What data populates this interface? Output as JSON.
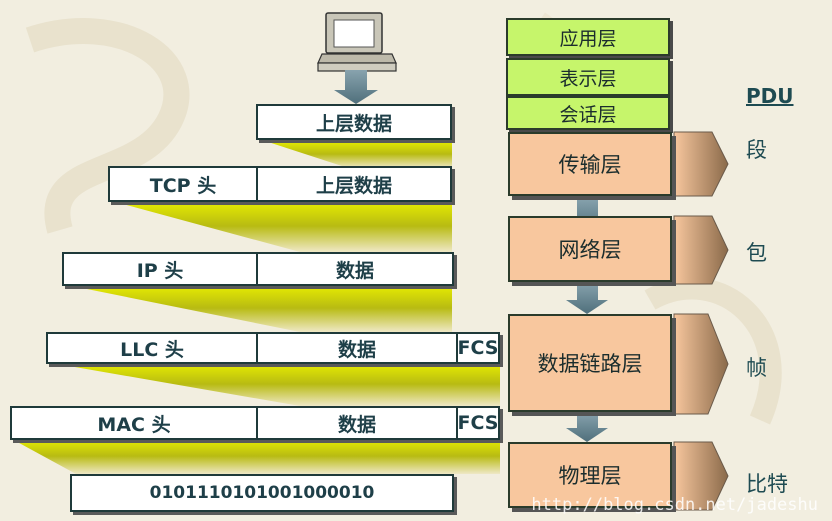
{
  "encapsulation": {
    "row0": {
      "data": "上层数据"
    },
    "row1": {
      "header": "TCP 头",
      "data": "上层数据"
    },
    "row2": {
      "header": "IP 头",
      "data": "数据"
    },
    "row3": {
      "header": "LLC 头",
      "data": "数据",
      "trailer": "FCS"
    },
    "row4": {
      "header": "MAC 头",
      "data": "数据",
      "trailer": "FCS"
    },
    "bits": "0101110101001000010"
  },
  "osi": {
    "application": "应用层",
    "presentation": "表示层",
    "session": "会话层",
    "transport": "传输层",
    "network": "网络层",
    "datalink": "数据链路层",
    "physical": "物理层"
  },
  "pdu": {
    "title": "PDU",
    "transport": "段",
    "network": "包",
    "datalink": "帧",
    "physical": "比特"
  },
  "watermark": "http://blog.csdn.net/jadeshu",
  "colors": {
    "funnel": "#e2e800",
    "green_layer": "#c6f56b",
    "orange_layer": "#f8c79e",
    "arrow": "#6e8a95"
  }
}
